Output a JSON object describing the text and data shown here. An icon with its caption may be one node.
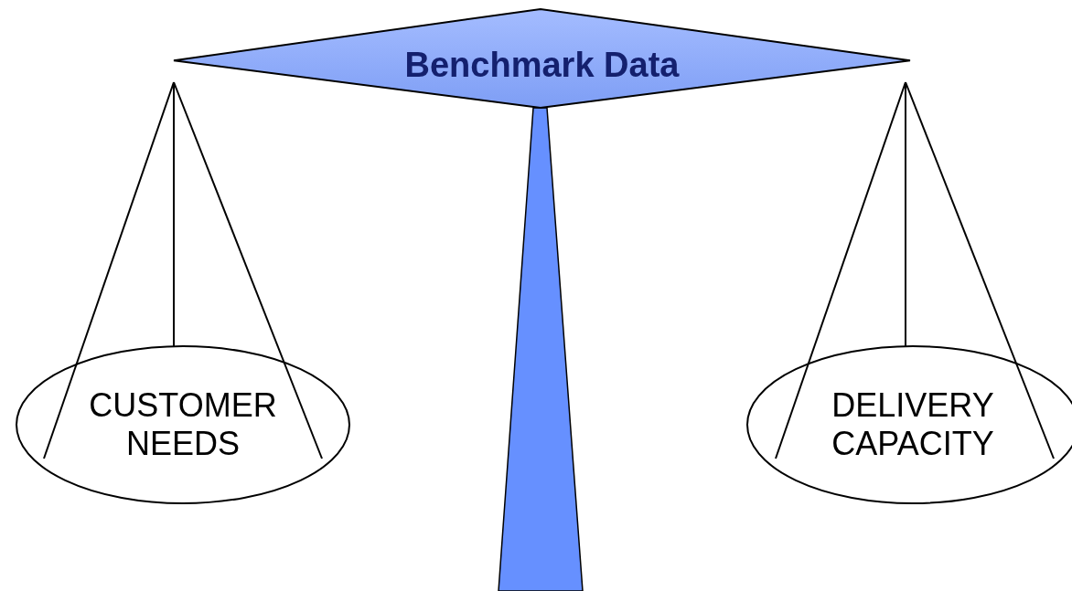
{
  "diagram": {
    "nodes": [
      {
        "text": [
          "Benchmark Data"
        ]
      },
      {
        "text": [
          "CUSTOMER NEEDS"
        ]
      },
      {
        "text": [
          "DELIVERY CAPACITY"
        ]
      }
    ]
  }
}
